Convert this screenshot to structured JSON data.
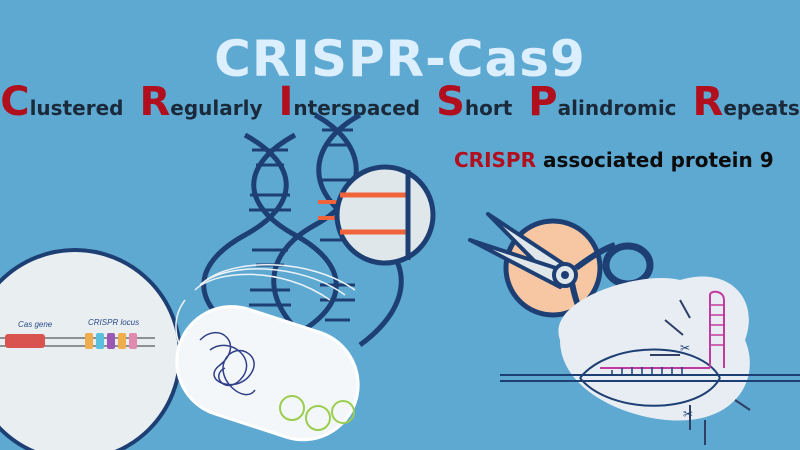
{
  "title": "CRISPR-Cas9",
  "acronym": [
    {
      "initial": "C",
      "rest": "lustered"
    },
    {
      "initial": "R",
      "rest": "egularly"
    },
    {
      "initial": "I",
      "rest": "nterspaced"
    },
    {
      "initial": "S",
      "rest": "hort"
    },
    {
      "initial": "P",
      "rest": "alindromic"
    },
    {
      "initial": "R",
      "rest": "epeats"
    }
  ],
  "associated": {
    "highlight": "CRISPR",
    "rest": " associated protein 9"
  },
  "diagram_labels": {
    "cas_gene": "Cas gene",
    "crispr_locus": "CRISPR locus"
  },
  "colors": {
    "background": "#5ea9d2",
    "accent_red": "#b10f1e",
    "helix": "#1d3f73",
    "repeat_orange": "#f0643c"
  }
}
